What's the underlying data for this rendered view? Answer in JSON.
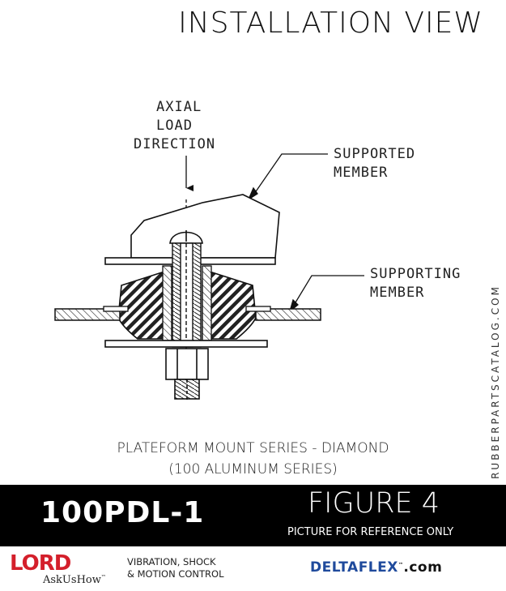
{
  "header": {
    "title": "INSTALLATION VIEW"
  },
  "figure": {
    "callouts": {
      "axial_load": [
        "AXIAL",
        "LOAD",
        "DIRECTION"
      ],
      "supported_member": [
        "SUPPORTED",
        "MEMBER"
      ],
      "supporting_member": [
        "SUPPORTING",
        "MEMBER"
      ]
    }
  },
  "caption": {
    "line1": "PLATEFORM MOUNT SERIES - DIAMOND",
    "line2": "(100 ALUMINUM SERIES)"
  },
  "watermark": "RUBBERPARTSCATALOG.COM",
  "band": {
    "part_number": "100PDL-1",
    "figure_label": "FIGURE 4",
    "reference_note": "PICTURE FOR REFERENCE ONLY"
  },
  "footer": {
    "lord_logo": "LORD",
    "lord_tagline": "AskUsHow",
    "lord_tagline_mark": "™",
    "vibration_line1": "VIBRATION, SHOCK",
    "vibration_line2": "& MOTION CONTROL",
    "deltaflex_part1": "DELTA",
    "deltaflex_part2": "FLEX",
    "deltaflex_mark": "™",
    "deltaflex_part3": ".com"
  }
}
